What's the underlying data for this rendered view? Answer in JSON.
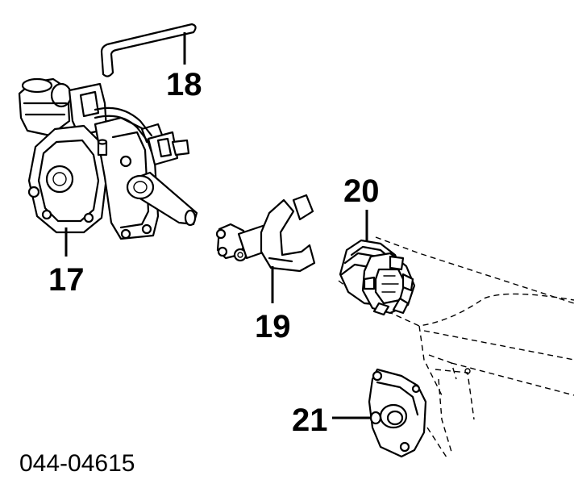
{
  "callouts": {
    "c17": "17",
    "c18": "18",
    "c19": "19",
    "c20": "20",
    "c21": "21"
  },
  "document_number": "044-04615",
  "colors": {
    "ink": "#000000",
    "paper": "#ffffff"
  }
}
